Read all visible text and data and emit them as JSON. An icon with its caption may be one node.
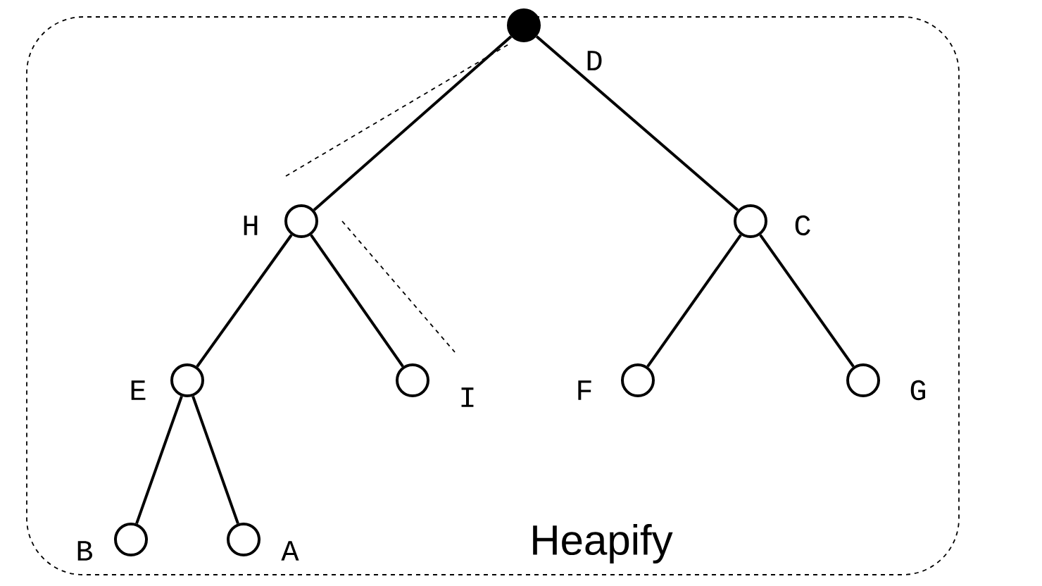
{
  "diagram": {
    "nodes": [
      {
        "text": [
          "Heapify"
        ]
      },
      {
        "text": [],
        "shape": "circle",
        "beside": [
          "D"
        ],
        "in": 0
      },
      {
        "text": [],
        "shape": "circle",
        "beside": [
          "H"
        ],
        "in": 0
      },
      {
        "text": [],
        "shape": "circle",
        "beside": [
          "C"
        ],
        "in": 0
      },
      {
        "text": [],
        "shape": "circle",
        "beside": [
          "E"
        ],
        "in": 0
      },
      {
        "text": [],
        "shape": "circle",
        "beside": [
          "I"
        ],
        "in": 0
      },
      {
        "text": [],
        "shape": "circle",
        "beside": [
          "F"
        ],
        "in": 0
      },
      {
        "text": [],
        "shape": "circle",
        "beside": [
          "G"
        ],
        "in": 0
      },
      {
        "text": [],
        "shape": "circle",
        "beside": [
          "B"
        ],
        "in": 0
      },
      {
        "text": [],
        "shape": "circle",
        "beside": [
          "A"
        ],
        "in": 0
      }
    ],
    "edges": [
      {
        "from": 1,
        "to": 2,
        "arrow": "none"
      },
      {
        "from": 1,
        "to": 3,
        "arrow": "none"
      },
      {
        "from": 2,
        "to": 4,
        "arrow": "none"
      },
      {
        "from": 2,
        "to": 5,
        "arrow": "none"
      },
      {
        "from": 3,
        "to": 6,
        "arrow": "none"
      },
      {
        "from": 3,
        "to": 7,
        "arrow": "none"
      },
      {
        "from": 4,
        "to": 8,
        "arrow": "none"
      },
      {
        "from": 4,
        "to": 9,
        "arrow": "none"
      }
    ]
  }
}
